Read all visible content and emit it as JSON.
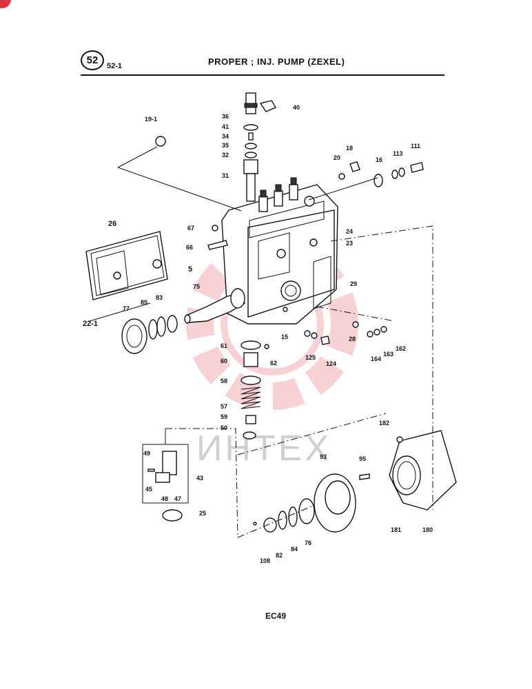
{
  "header": {
    "section_number": "52",
    "section_sub": "52-1",
    "title": "PROPER ; INJ. PUMP (ZEXEL)"
  },
  "footer": {
    "code": "EC49"
  },
  "watermark": {
    "text": "ИНТЕХ",
    "color": "#e2313f"
  },
  "callouts": [
    "40",
    "36",
    "41",
    "34",
    "35",
    "32",
    "31",
    "19-1",
    "20",
    "18",
    "16",
    "113",
    "111",
    "26",
    "67",
    "66",
    "5",
    "24",
    "23",
    "75",
    "29",
    "22-1",
    "77",
    "85",
    "83",
    "15",
    "28",
    "164",
    "163",
    "162",
    "61",
    "62",
    "60",
    "125",
    "124",
    "58",
    "57",
    "59",
    "50",
    "49",
    "43",
    "45",
    "48",
    "47",
    "25",
    "93",
    "95",
    "182",
    "108",
    "82",
    "84",
    "76",
    "181",
    "180"
  ]
}
